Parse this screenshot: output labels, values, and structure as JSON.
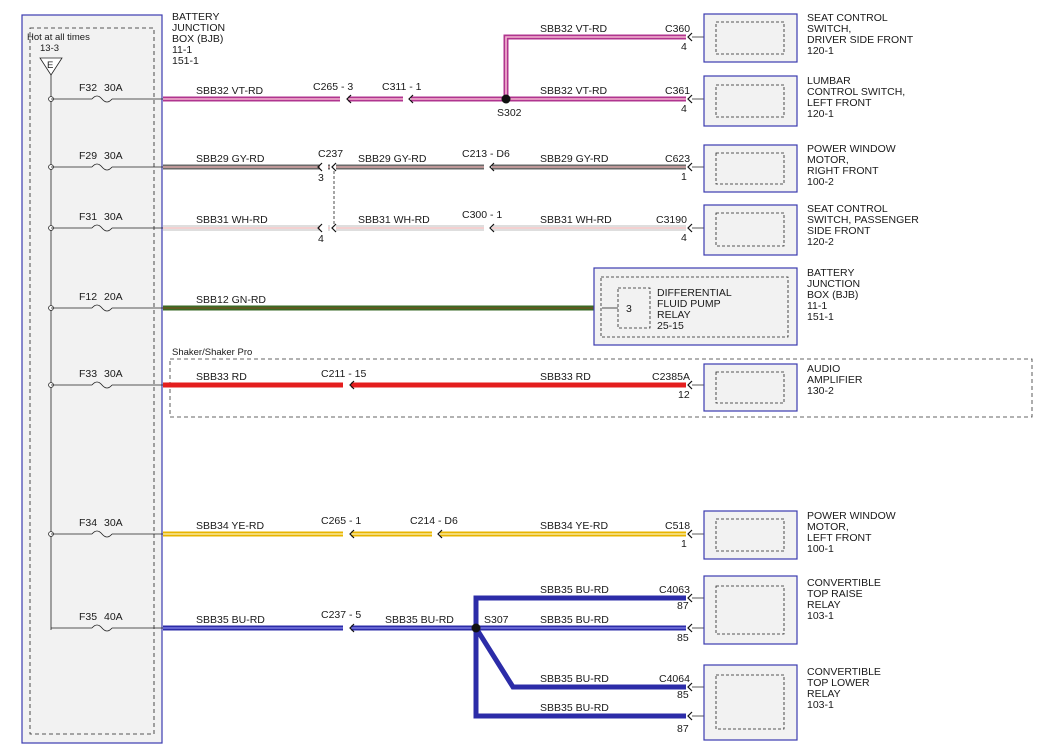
{
  "bjb": {
    "hot_label": "Hot at all times",
    "ref": "13-3",
    "ground_letter": "E",
    "title_lines": [
      "BATTERY",
      "JUNCTION",
      "BOX (BJB)"
    ],
    "page_refs": [
      "11-1",
      "151-1"
    ]
  },
  "shaker_label": "Shaker/Shaker Pro",
  "fuses": [
    {
      "id": "F32",
      "rating": "30A"
    },
    {
      "id": "F29",
      "rating": "30A"
    },
    {
      "id": "F31",
      "rating": "30A"
    },
    {
      "id": "F12",
      "rating": "20A"
    },
    {
      "id": "F33",
      "rating": "30A"
    },
    {
      "id": "F34",
      "rating": "30A"
    },
    {
      "id": "F35",
      "rating": "40A"
    }
  ],
  "wire_labels": [
    "SBB32  VT-RD",
    "SBB32  VT-RD",
    "SBB32  VT-RD",
    "SBB29  GY-RD",
    "SBB29  GY-RD",
    "SBB29  GY-RD",
    "SBB31  WH-RD",
    "SBB31  WH-RD",
    "SBB31  WH-RD",
    "SBB12  GN-RD",
    "SBB33  RD",
    "SBB33  RD",
    "SBB34  YE-RD",
    "SBB34  YE-RD",
    "SBB35  BU-RD",
    "SBB35  BU-RD",
    "SBB35  BU-RD",
    "SBB35  BU-RD",
    "SBB35  BU-RD",
    "SBB35  BU-RD"
  ],
  "connectors": [
    "C265 - 3",
    "C311 - 1",
    "C237",
    "C213 - D6",
    "C300 - 1",
    "C211 - 15",
    "C265 - 1",
    "C214 - D6",
    "C237 - 5"
  ],
  "splices": [
    "S302",
    "S307"
  ],
  "inline_pins": [
    "3",
    "4"
  ],
  "component_connectors": [
    {
      "id": "C360",
      "pin": "4"
    },
    {
      "id": "C361",
      "pin": "4"
    },
    {
      "id": "C623",
      "pin": "1"
    },
    {
      "id": "C3190",
      "pin": "4"
    },
    {
      "id": "C2385A",
      "pin": "12"
    },
    {
      "id": "C518",
      "pin": "1"
    },
    {
      "id": "C4063",
      "pin": "87"
    },
    {
      "id": "",
      "pin": "85"
    },
    {
      "id": "C4064",
      "pin": "85"
    },
    {
      "id": "",
      "pin": "87"
    }
  ],
  "components": [
    {
      "lines": [
        "SEAT CONTROL",
        "SWITCH,",
        "DRIVER SIDE FRONT"
      ],
      "ref": "120-1"
    },
    {
      "lines": [
        "LUMBAR",
        "CONTROL SWITCH,",
        "LEFT FRONT"
      ],
      "ref": "120-1"
    },
    {
      "lines": [
        "POWER WINDOW",
        "MOTOR,",
        "RIGHT FRONT"
      ],
      "ref": "100-2"
    },
    {
      "lines": [
        "SEAT CONTROL",
        "SWITCH, PASSENGER",
        "SIDE FRONT"
      ],
      "ref": "120-2"
    },
    {
      "lines": [
        "BATTERY",
        "JUNCTION",
        "BOX (BJB)"
      ],
      "ref": "11-1",
      "ref2": "151-1"
    },
    {
      "lines": [
        "AUDIO",
        "AMPLIFIER"
      ],
      "ref": "130-2"
    },
    {
      "lines": [
        "POWER WINDOW",
        "MOTOR,",
        "LEFT FRONT"
      ],
      "ref": "100-1"
    },
    {
      "lines": [
        "CONVERTIBLE",
        "TOP RAISE",
        "RELAY"
      ],
      "ref": "103-1"
    },
    {
      "lines": [
        "CONVERTIBLE",
        "TOP LOWER",
        "RELAY"
      ],
      "ref": "103-1"
    }
  ],
  "relay_internal": {
    "pin": "3",
    "lines": [
      "DIFFERENTIAL",
      "FLUID PUMP",
      "RELAY"
    ],
    "ref": "25-15"
  },
  "colors": {
    "VT": "#b0358f",
    "VT_stripe": "#f5b8d2",
    "GY": "#6a6a6a",
    "GY_stripe": "#d9a7a7",
    "WH": "#bdbdbd",
    "WH_stripe": "#ffffff",
    "GN": "#3a6a25",
    "GN_stripe": "#6b5420",
    "RD": "#e41e1e",
    "YE": "#e8b400",
    "YE_stripe": "#f7e89a",
    "BU": "#2c2ca8",
    "BU_stripe": "#7a7ae0",
    "box_border": "#3b3bb0",
    "box_fill": "#f2f2f2"
  }
}
